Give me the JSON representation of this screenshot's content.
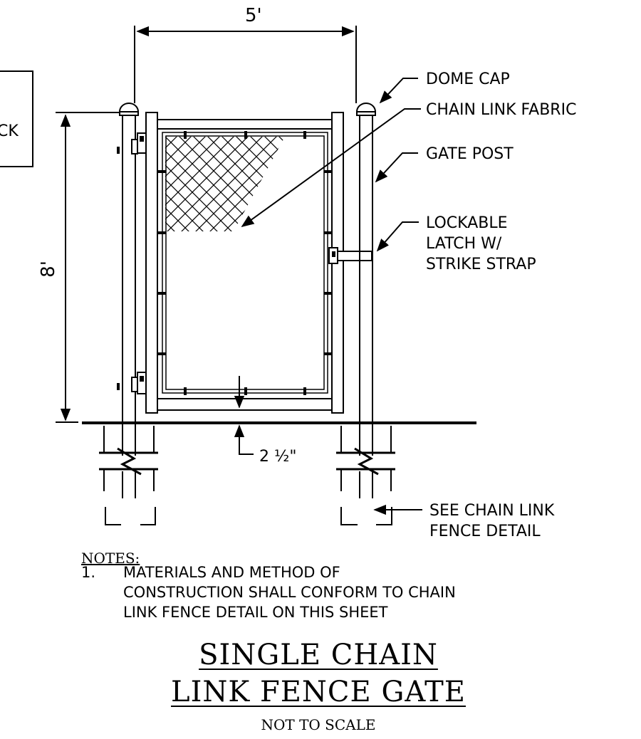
{
  "dimensions": {
    "width_label": "5'",
    "height_label": "8'",
    "clearance_label": "2 ½\""
  },
  "cut_label": "CK",
  "callouts": {
    "dome_cap": "DOME CAP",
    "chain_link_fabric": "CHAIN LINK FABRIC",
    "gate_post": "GATE POST",
    "latch": [
      "LOCKABLE",
      "LATCH W/",
      "STRIKE STRAP"
    ],
    "see_detail": [
      "SEE CHAIN LINK",
      "FENCE DETAIL"
    ]
  },
  "notes": {
    "heading": "NOTES:",
    "items": [
      {
        "number": "1.",
        "lines": [
          "MATERIALS AND METHOD OF",
          "CONSTRUCTION SHALL CONFORM TO CHAIN",
          "LINK FENCE DETAIL ON THIS SHEET"
        ]
      }
    ]
  },
  "title": {
    "line1": "SINGLE CHAIN",
    "line2": "LINK FENCE GATE",
    "scale": "NOT TO SCALE"
  }
}
